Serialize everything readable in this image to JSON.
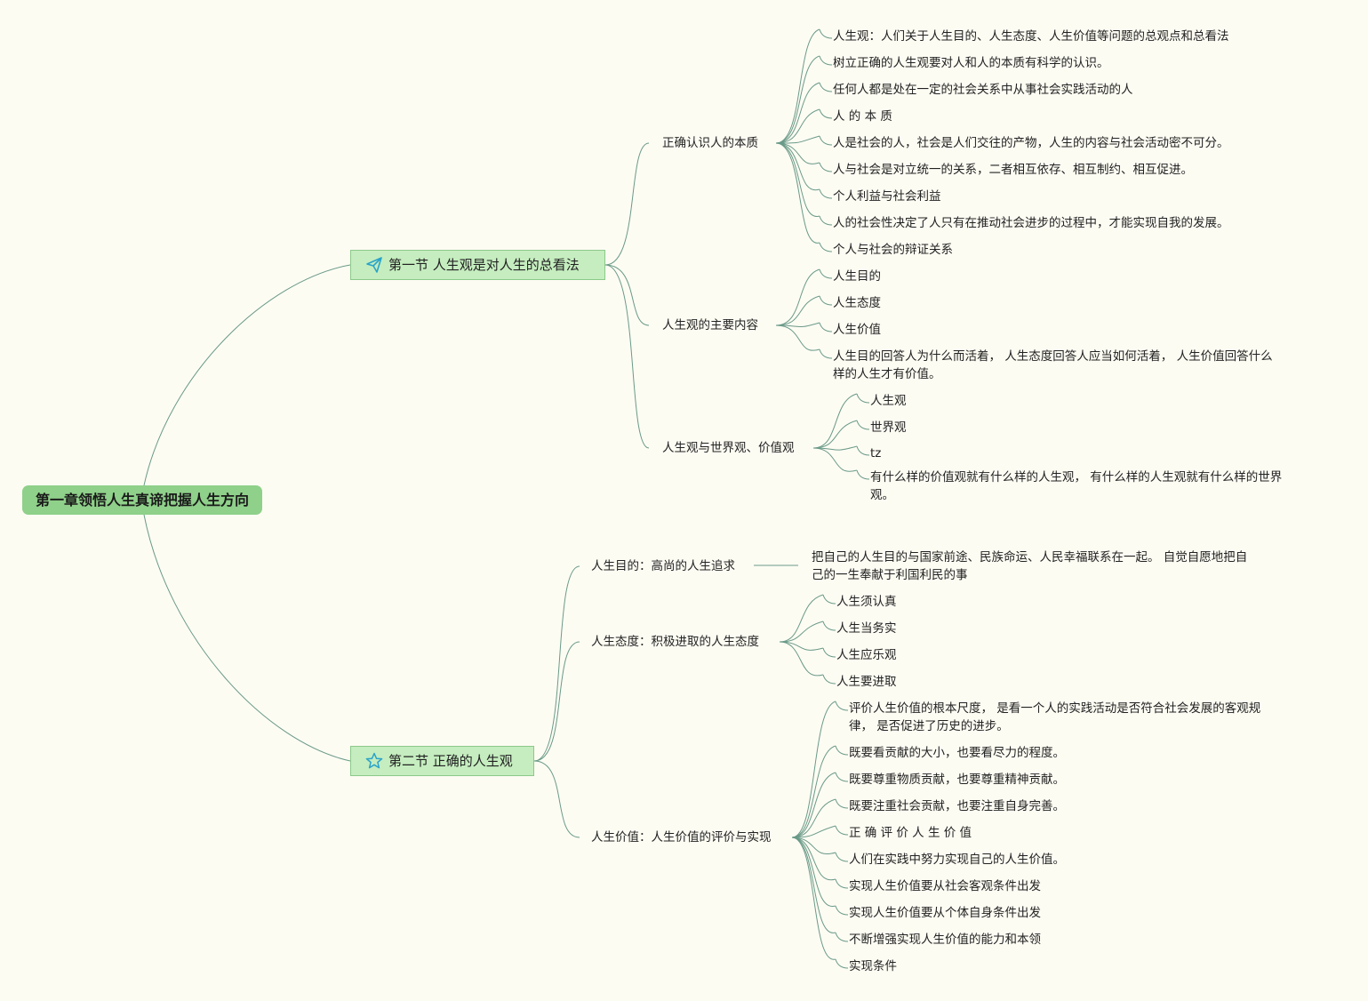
{
  "colors": {
    "background": "#fdfcf3",
    "root_fill": "#8fd08a",
    "section_fill": "#c5edbf",
    "line": "#6a9a88",
    "icon": "#2aa3c8"
  },
  "root": {
    "label": "第一章领悟人生真谛把握人生方向"
  },
  "section1": {
    "label": "第一节 人生观是对人生的总看法",
    "icon": "paper-plane-icon",
    "topics": [
      {
        "label": "正确认识人的本质",
        "items": [
          "人生观：人们关于人生目的、人生态度、人生价值等问题的总观点和总看法",
          "树立正确的人生观要对人和人的本质有科学的认识。",
          "任何人都是处在一定的社会关系中从事社会实践活动的人",
          "人 的 本 质",
          "人是社会的人，社会是人们交往的产物，人生的内容与社会活动密不可分。",
          "人与社会是对立统一的关系，二者相互依存、相互制约、相互促进。",
          "个人利益与社会利益",
          "人的社会性决定了人只有在推动社会进步的过程中，才能实现自我的发展。",
          "个人与社会的辩证关系"
        ]
      },
      {
        "label": "人生观的主要内容",
        "items": [
          "人生目的",
          "人生态度",
          "人生价值",
          "人生目的回答人为什么而活着， 人生态度回答人应当如何活着， 人生价值回答什么样的人生才有价值。"
        ]
      },
      {
        "label": "人生观与世界观、价值观",
        "items": [
          "人生观",
          "世界观",
          "tz",
          "有什么样的价值观就有什么样的人生观， 有什么样的人生观就有什么样的世界观。"
        ]
      }
    ]
  },
  "section2": {
    "label": "第二节 正确的人生观",
    "icon": "star-icon",
    "topics": [
      {
        "label": "人生目的：高尚的人生追求",
        "items": [
          "把自己的人生目的与国家前途、民族命运、人民幸福联系在一起。 自觉自愿地把自己的一生奉献于利国利民的事"
        ]
      },
      {
        "label": "人生态度：积极进取的人生态度",
        "items": [
          "人生须认真",
          "人生当务实",
          "人生应乐观",
          "人生要进取"
        ]
      },
      {
        "label": "人生价值：人生价值的评价与实现",
        "items": [
          "评价人生价值的根本尺度， 是看一个人的实践活动是否符合社会发展的客观规律， 是否促进了历史的进步。",
          "既要看贡献的大小，也要看尽力的程度。",
          "既要尊重物质贡献，也要尊重精神贡献。",
          "既要注重社会贡献，也要注重自身完善。",
          "正 确 评 价 人 生 价 值",
          "人们在实践中努力实现自己的人生价值。",
          "实现人生价值要从社会客观条件出发",
          "实现人生价值要从个体自身条件出发",
          "不断增强实现人生价值的能力和本领",
          "实现条件"
        ]
      }
    ]
  }
}
